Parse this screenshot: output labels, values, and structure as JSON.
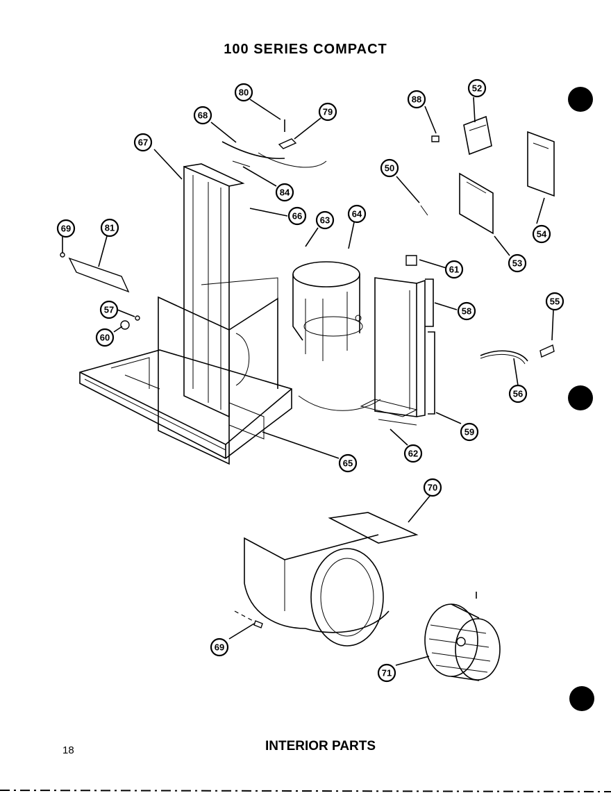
{
  "header": {
    "title": "100 SERIES COMPACT"
  },
  "footer": {
    "title": "INTERIOR PARTS",
    "page_number": "18"
  },
  "callouts": [
    "80",
    "79",
    "68",
    "67",
    "84",
    "66",
    "63",
    "64",
    "88",
    "52",
    "50",
    "54",
    "53",
    "61",
    "69",
    "81",
    "58",
    "57",
    "60",
    "55",
    "56",
    "59",
    "62",
    "65",
    "70",
    "69",
    "71"
  ],
  "colors": {
    "ink": "#000000",
    "paper": "#ffffff"
  }
}
